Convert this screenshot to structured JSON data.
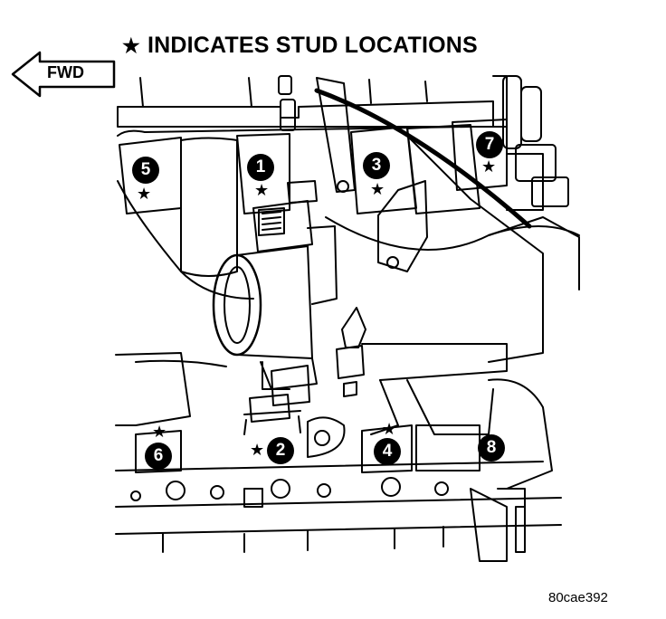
{
  "title": "INDICATES STUD LOCATIONS",
  "legend_symbol": "★",
  "direction_label": "FWD",
  "figure_id": "80cae392",
  "markers": [
    {
      "label": "1"
    },
    {
      "label": "2"
    },
    {
      "label": "3"
    },
    {
      "label": "4"
    },
    {
      "label": "5"
    },
    {
      "label": "6"
    },
    {
      "label": "7"
    },
    {
      "label": "8"
    }
  ]
}
